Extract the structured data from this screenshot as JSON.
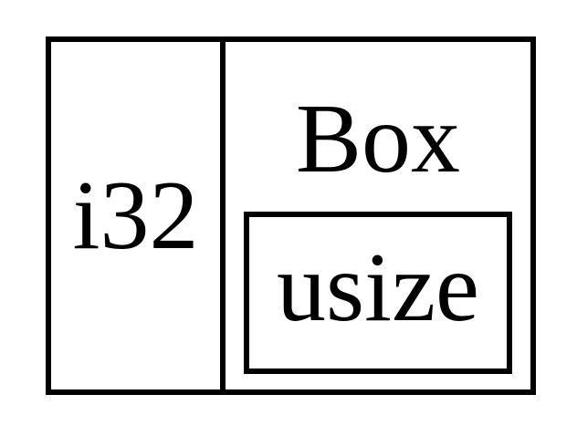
{
  "diagram": {
    "left_cell": {
      "label": "i32"
    },
    "right_cell": {
      "label": "Box",
      "inner": {
        "label": "usize"
      }
    }
  }
}
